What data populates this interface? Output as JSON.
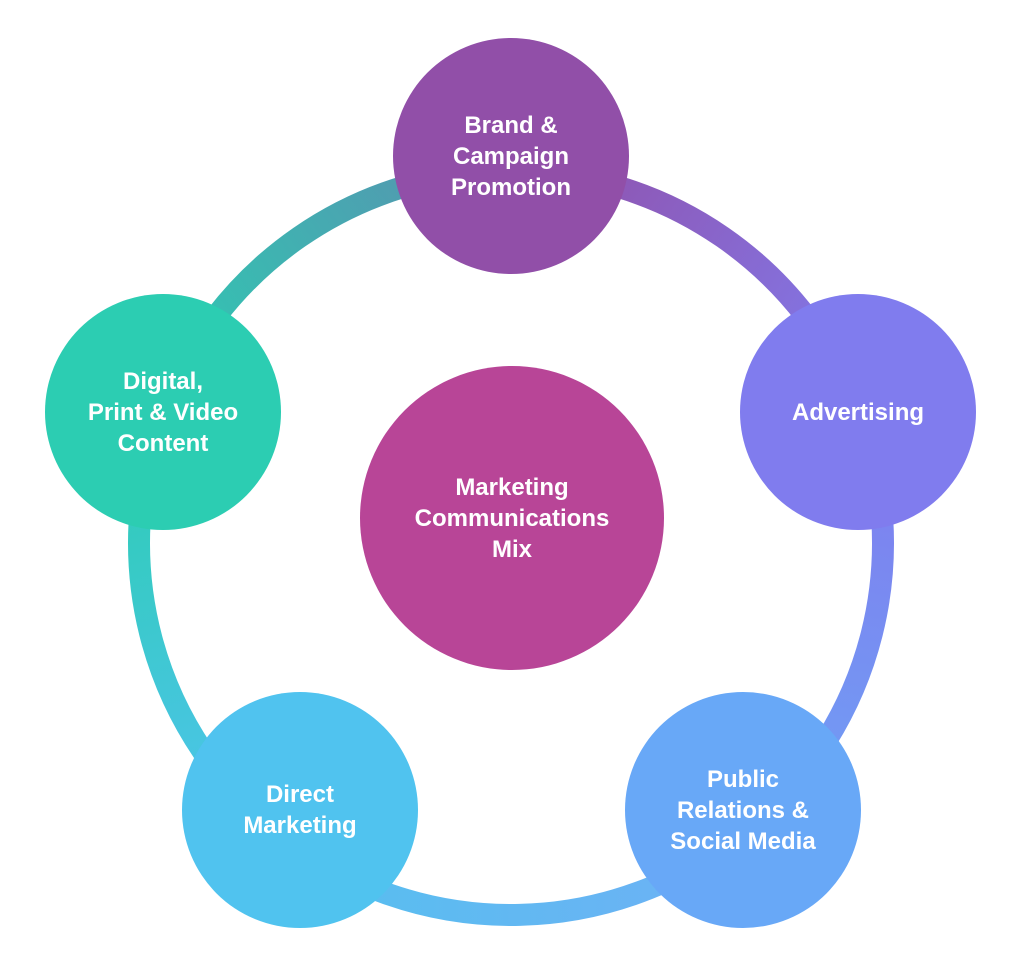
{
  "diagram": {
    "type": "cycle",
    "center": {
      "label": "Marketing\nCommunications\nMix",
      "color": "#b84597"
    },
    "nodes": [
      {
        "id": "brand",
        "label": "Brand &\nCampaign\nPromotion",
        "color": "#914fa8"
      },
      {
        "id": "advertising",
        "label": "Advertising",
        "color": "#807cee"
      },
      {
        "id": "public-relations",
        "label": "Public\nRelations &\nSocial Media",
        "color": "#68a8f7"
      },
      {
        "id": "direct-marketing",
        "label": "Direct\nMarketing",
        "color": "#50c3ef"
      },
      {
        "id": "content",
        "label": "Digital,\nPrint & Video\nContent",
        "color": "#2ccdb2"
      }
    ],
    "ring_colors": [
      {
        "from": "#914fa8",
        "to": "#807cee"
      },
      {
        "from": "#807cee",
        "to": "#6fa0f5"
      },
      {
        "from": "#6fb0f5",
        "to": "#55c0ef"
      },
      {
        "from": "#50c3ef",
        "to": "#2ccdb2"
      },
      {
        "from": "#2ccdb2",
        "to": "#5a8fb0"
      }
    ]
  }
}
